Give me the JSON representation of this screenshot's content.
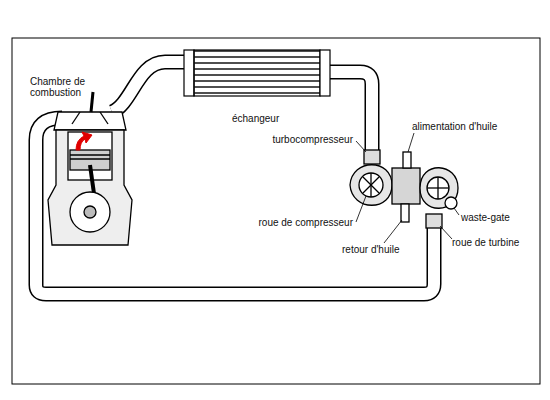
{
  "diagram": {
    "labels": [
      "Chambre de combustion",
      "échangeur",
      "turbocompresseur",
      "alimentation d'huile",
      "roue de compresseur",
      "retour d'huile",
      "waste-gate",
      "roue de turbine"
    ]
  }
}
